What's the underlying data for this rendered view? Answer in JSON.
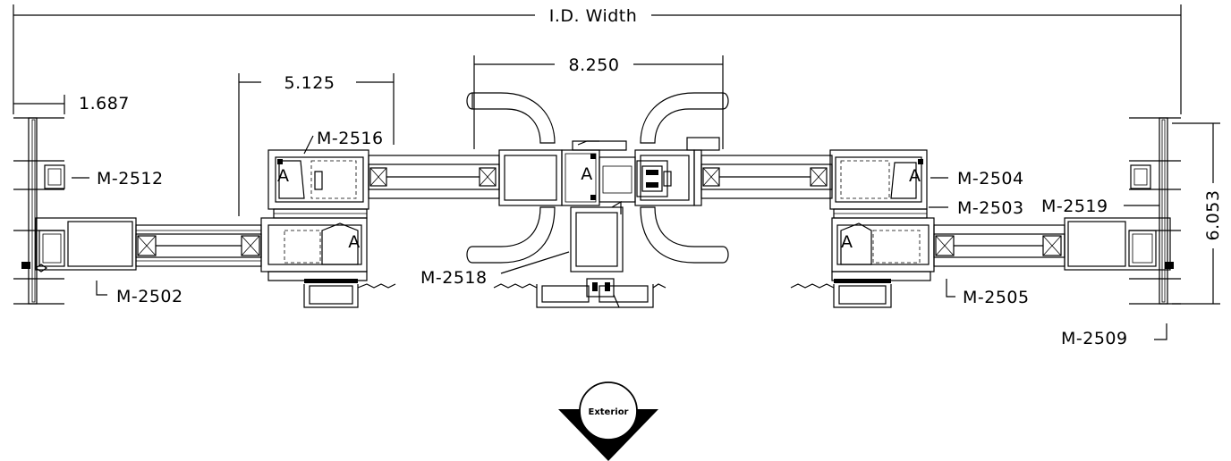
{
  "dimensions": {
    "overall_width": "I.D. Width",
    "left_offset": "1.687",
    "panel_offset": "5.125",
    "center_spacing": "8.250",
    "frame_depth": "6.053"
  },
  "parts": {
    "m2512": "M-2512",
    "m2502": "M-2502",
    "m2516": "M-2516",
    "m2518": "M-2518",
    "m2504": "M-2504",
    "m2503": "M-2503",
    "m2519": "M-2519",
    "m2505": "M-2505",
    "m2509": "M-2509"
  },
  "exterior_marker": "Exterior",
  "profile_marks": {
    "a": "A"
  }
}
